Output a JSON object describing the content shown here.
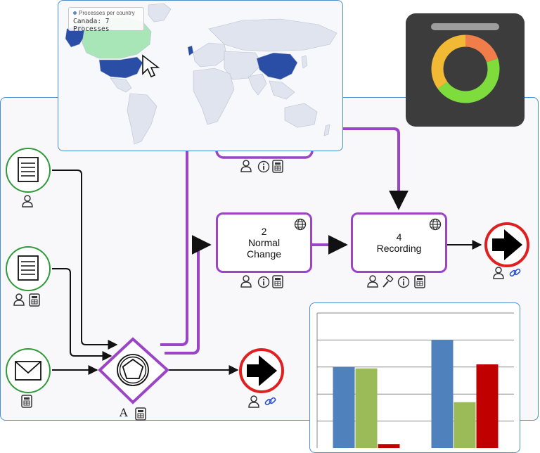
{
  "map": {
    "tooltip_series": "Processes per country",
    "tooltip_value": "Canada: 7 Processes",
    "highlight_color": "#2a4ea6",
    "hover_color": "#a8e6b8",
    "land_color": "#dfe4ee"
  },
  "tasks": {
    "top_hidden": {
      "label": ""
    },
    "normal_change": {
      "number": "2",
      "line1": "Normal",
      "line2": "Change"
    },
    "recording": {
      "number": "4",
      "line1": "Recording"
    }
  },
  "gateway": {
    "label": "A"
  },
  "donut": {
    "segments": [
      {
        "name": "orange",
        "color": "#f07d4a",
        "fraction": 0.2
      },
      {
        "name": "green",
        "color": "#7edc3c",
        "fraction": 0.45
      },
      {
        "name": "yellow",
        "color": "#f2b935",
        "fraction": 0.35
      }
    ]
  },
  "chart_data": {
    "type": "bar",
    "categories": [
      "",
      ""
    ],
    "series": [
      {
        "values": [
          60,
          80
        ],
        "color": "#4f81bd"
      },
      {
        "values": [
          59,
          34
        ],
        "color": "#9bbb59"
      },
      {
        "values": [
          3,
          62
        ],
        "color": "#c00000"
      }
    ],
    "ylim": [
      0,
      100
    ],
    "grid": true,
    "legend": "none"
  }
}
